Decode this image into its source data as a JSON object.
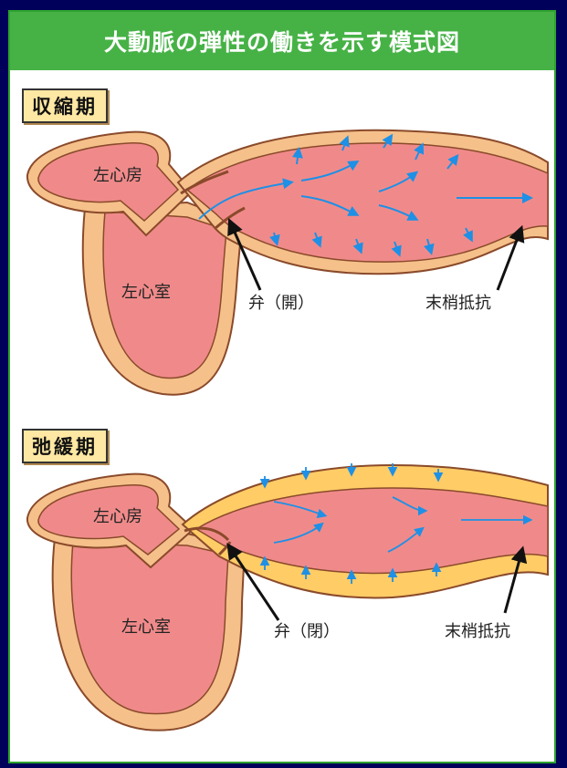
{
  "title": "大動脈の弾性の働きを示す模式図",
  "colors": {
    "background": "#00005a",
    "panel": "#ffffff",
    "title_bar": "#46b246",
    "wall": "#f5c08a",
    "blood": "#f08a8a",
    "stretched_wall": "#ffcc66",
    "arrow": "#1e90e6"
  },
  "systole": {
    "label": "収縮期",
    "atrium": "左心房",
    "ventricle": "左心室",
    "valve": "弁（開）",
    "resistance": "末梢抵抗"
  },
  "diastole": {
    "label": "弛緩期",
    "atrium": "左心房",
    "ventricle": "左心室",
    "valve": "弁（閉）",
    "resistance": "末梢抵抗"
  }
}
